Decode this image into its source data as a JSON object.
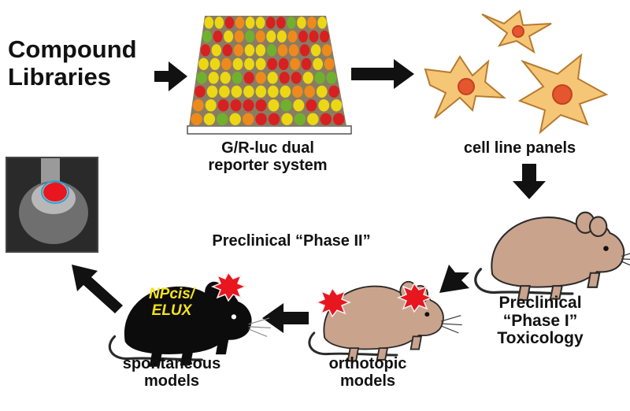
{
  "labels": {
    "compound": [
      "Compound",
      "Libraries"
    ],
    "reporter": [
      "G/R-luc dual",
      "reporter system"
    ],
    "cell_panels": "cell line panels",
    "phase1": [
      "Preclinical",
      "“Phase I”",
      "Toxicology"
    ],
    "phase2": "Preclinical “Phase II”",
    "orthotopic": [
      "orthotopic",
      "models"
    ],
    "spontaneous": [
      "spontaneous",
      "models"
    ],
    "mouse_tag": [
      "NPcis/",
      "ELUX"
    ]
  },
  "icons": {
    "plate": "well-plate-icon",
    "cells": "cell-icon",
    "mouse": "mouse-icon",
    "starburst": "tumor-starburst-icon",
    "imaging": "bioluminescence-image-icon",
    "arrow": "arrow-icon"
  },
  "colors": {
    "well_red": "#d7201f",
    "well_orange": "#ee8a1c",
    "well_yellow": "#ecd714",
    "well_green": "#6fb12e",
    "cell_fill": "#f6c677",
    "nucleus": "#e4562e",
    "mouse_tan": "#caa38c",
    "mouse_black": "#0c0c0c",
    "tumor_red": "#e8161e",
    "tag_yellow": "#f3e21b"
  }
}
